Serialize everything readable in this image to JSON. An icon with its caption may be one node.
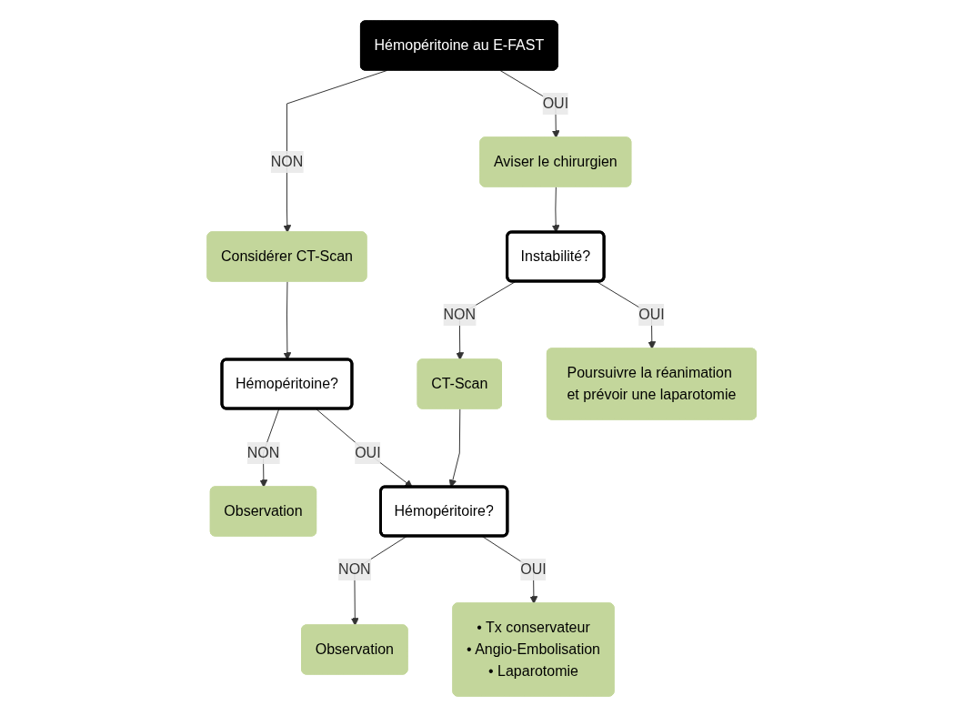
{
  "diagram": {
    "nodes": [
      {
        "text": [
          "Hémopéritoine au E-FAST"
        ]
      },
      {
        "text": [
          "Aviser le chirurgien"
        ]
      },
      {
        "text": [
          "Considérer CT-Scan"
        ]
      },
      {
        "text": [
          "Instabilité?"
        ]
      },
      {
        "text": [
          "Hémopéritoine?"
        ]
      },
      {
        "text": [
          "Observation"
        ]
      },
      {
        "text": [
          "CT-Scan"
        ]
      },
      {
        "text": [
          "Poursuivre la réanimation et prévoir une laparotomie"
        ]
      },
      {
        "text": [
          "Hémopéritoire?"
        ]
      },
      {
        "text": [
          "Observation"
        ]
      },
      {
        "text": [
          "• Tx conservateur",
          "• Angio-Embolisation",
          "• Laparotomie"
        ]
      }
    ],
    "edges": [
      {
        "from": 0,
        "to": 1,
        "arrow": "to",
        "label": "OUI"
      },
      {
        "from": 0,
        "to": 2,
        "arrow": "to",
        "label": "NON"
      },
      {
        "from": 1,
        "to": 3,
        "arrow": "to"
      },
      {
        "from": 2,
        "to": 4,
        "arrow": "to"
      },
      {
        "from": 4,
        "to": 5,
        "arrow": "to",
        "label": "NON"
      },
      {
        "from": 3,
        "to": 6,
        "arrow": "to",
        "label": "NON"
      },
      {
        "from": 3,
        "to": 7,
        "arrow": "to",
        "label": "OUI"
      },
      {
        "from": 6,
        "to": 8,
        "arrow": "to"
      },
      {
        "from": 4,
        "to": 8,
        "arrow": "to",
        "label": "OUI"
      },
      {
        "from": 8,
        "to": 9,
        "arrow": "to",
        "label": "NON"
      },
      {
        "from": 8,
        "to": 10,
        "arrow": "to",
        "label": "OUI"
      }
    ]
  }
}
